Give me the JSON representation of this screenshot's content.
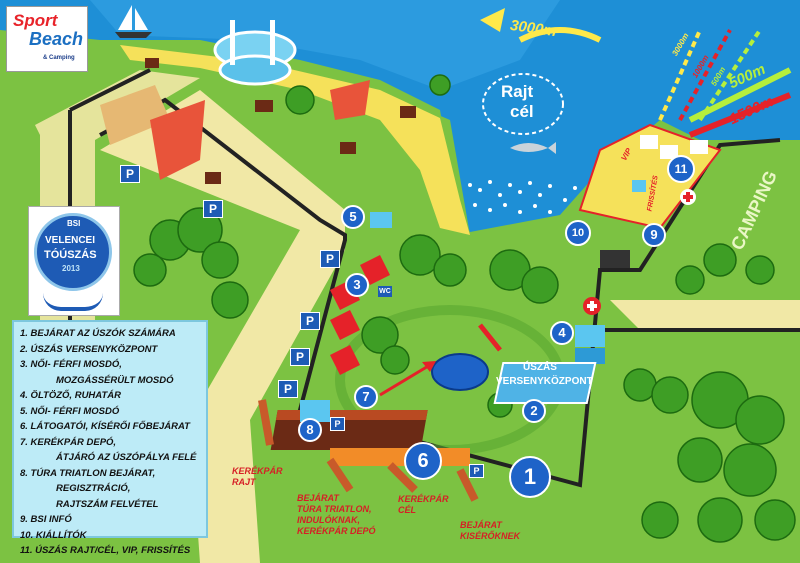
{
  "logos": {
    "sport_word": "Sport",
    "beach_word": "Beach",
    "camping_word": "& Camping",
    "bsi_name": "BSI",
    "velencei": "VELENCEI",
    "touszas": "TÓÚSZÁS",
    "year": "2013"
  },
  "distances": {
    "d3000": "3000m",
    "d500": "500m",
    "d1500": "1500m",
    "small_3000": "3000m",
    "small_1000": "1000m",
    "small_500": "500m"
  },
  "map_labels": {
    "rajt": "Rajt",
    "cel": "cél",
    "camping": "CAMPING",
    "vip": "VIP",
    "frissites": "FRISSÍTÉS",
    "uszas_line1": "ÚSZÁS",
    "uszas_line2": "VERSENYKÖZPONT",
    "wc": "WC",
    "parking": "P"
  },
  "markers": [
    "1",
    "2",
    "3",
    "4",
    "5",
    "6",
    "7",
    "8",
    "9",
    "10",
    "11"
  ],
  "red_labels": {
    "kerekpar_rajt": [
      "KERÉKPÁR",
      "RAJT"
    ],
    "bejarat_tura": [
      "BEJÁRAT",
      "TÚRA TRIATLON,",
      "INDULÓKNAK,",
      "KERÉKPÁR DEPÓ"
    ],
    "kerekpar_cel": [
      "KERÉKPÁR",
      "CÉL"
    ],
    "bejarat_kiserok": [
      "BEJÁRAT",
      "KISÉRŐKNEK"
    ]
  },
  "legend": [
    "1. BEJÁRAT AZ ÚSZÓK SZÁMÁRA",
    "2. ÚSZÁS VERSENYKÖZPONT",
    "3. NŐI- FÉRFI MOSDÓ,",
    "MOZGÁSSÉRÜLT MOSDÓ",
    "4. ÖLTÖZŐ, RUHATÁR",
    "5. NŐI- FÉRFI MOSDÓ",
    "6. LÁTOGATÓI, KÍSÉRŐI FŐBEJÁRAT",
    "7. KERÉKPÁR DEPÓ,",
    "ÁTJÁRÓ AZ ÚSZÓPÁLYA FELÉ",
    "8. TÚRA TRIATLON BEJÁRAT,",
    "REGISZTRÁCIÓ,",
    "RAJTSZÁM FELVÉTEL",
    "9. BSI INFÓ",
    "10. KIÁLLÍTÓK",
    "11. ÚSZÁS RAJT/CÉL, VIP, FRISSÍTÉS"
  ],
  "colors": {
    "water": "#1e8fd6",
    "grass": "#7cc242",
    "sand": "#f5e15a",
    "path": "#f1e8a6",
    "fence": "#222222",
    "marker": "#1e63c8",
    "accent_red": "#d61f26"
  }
}
